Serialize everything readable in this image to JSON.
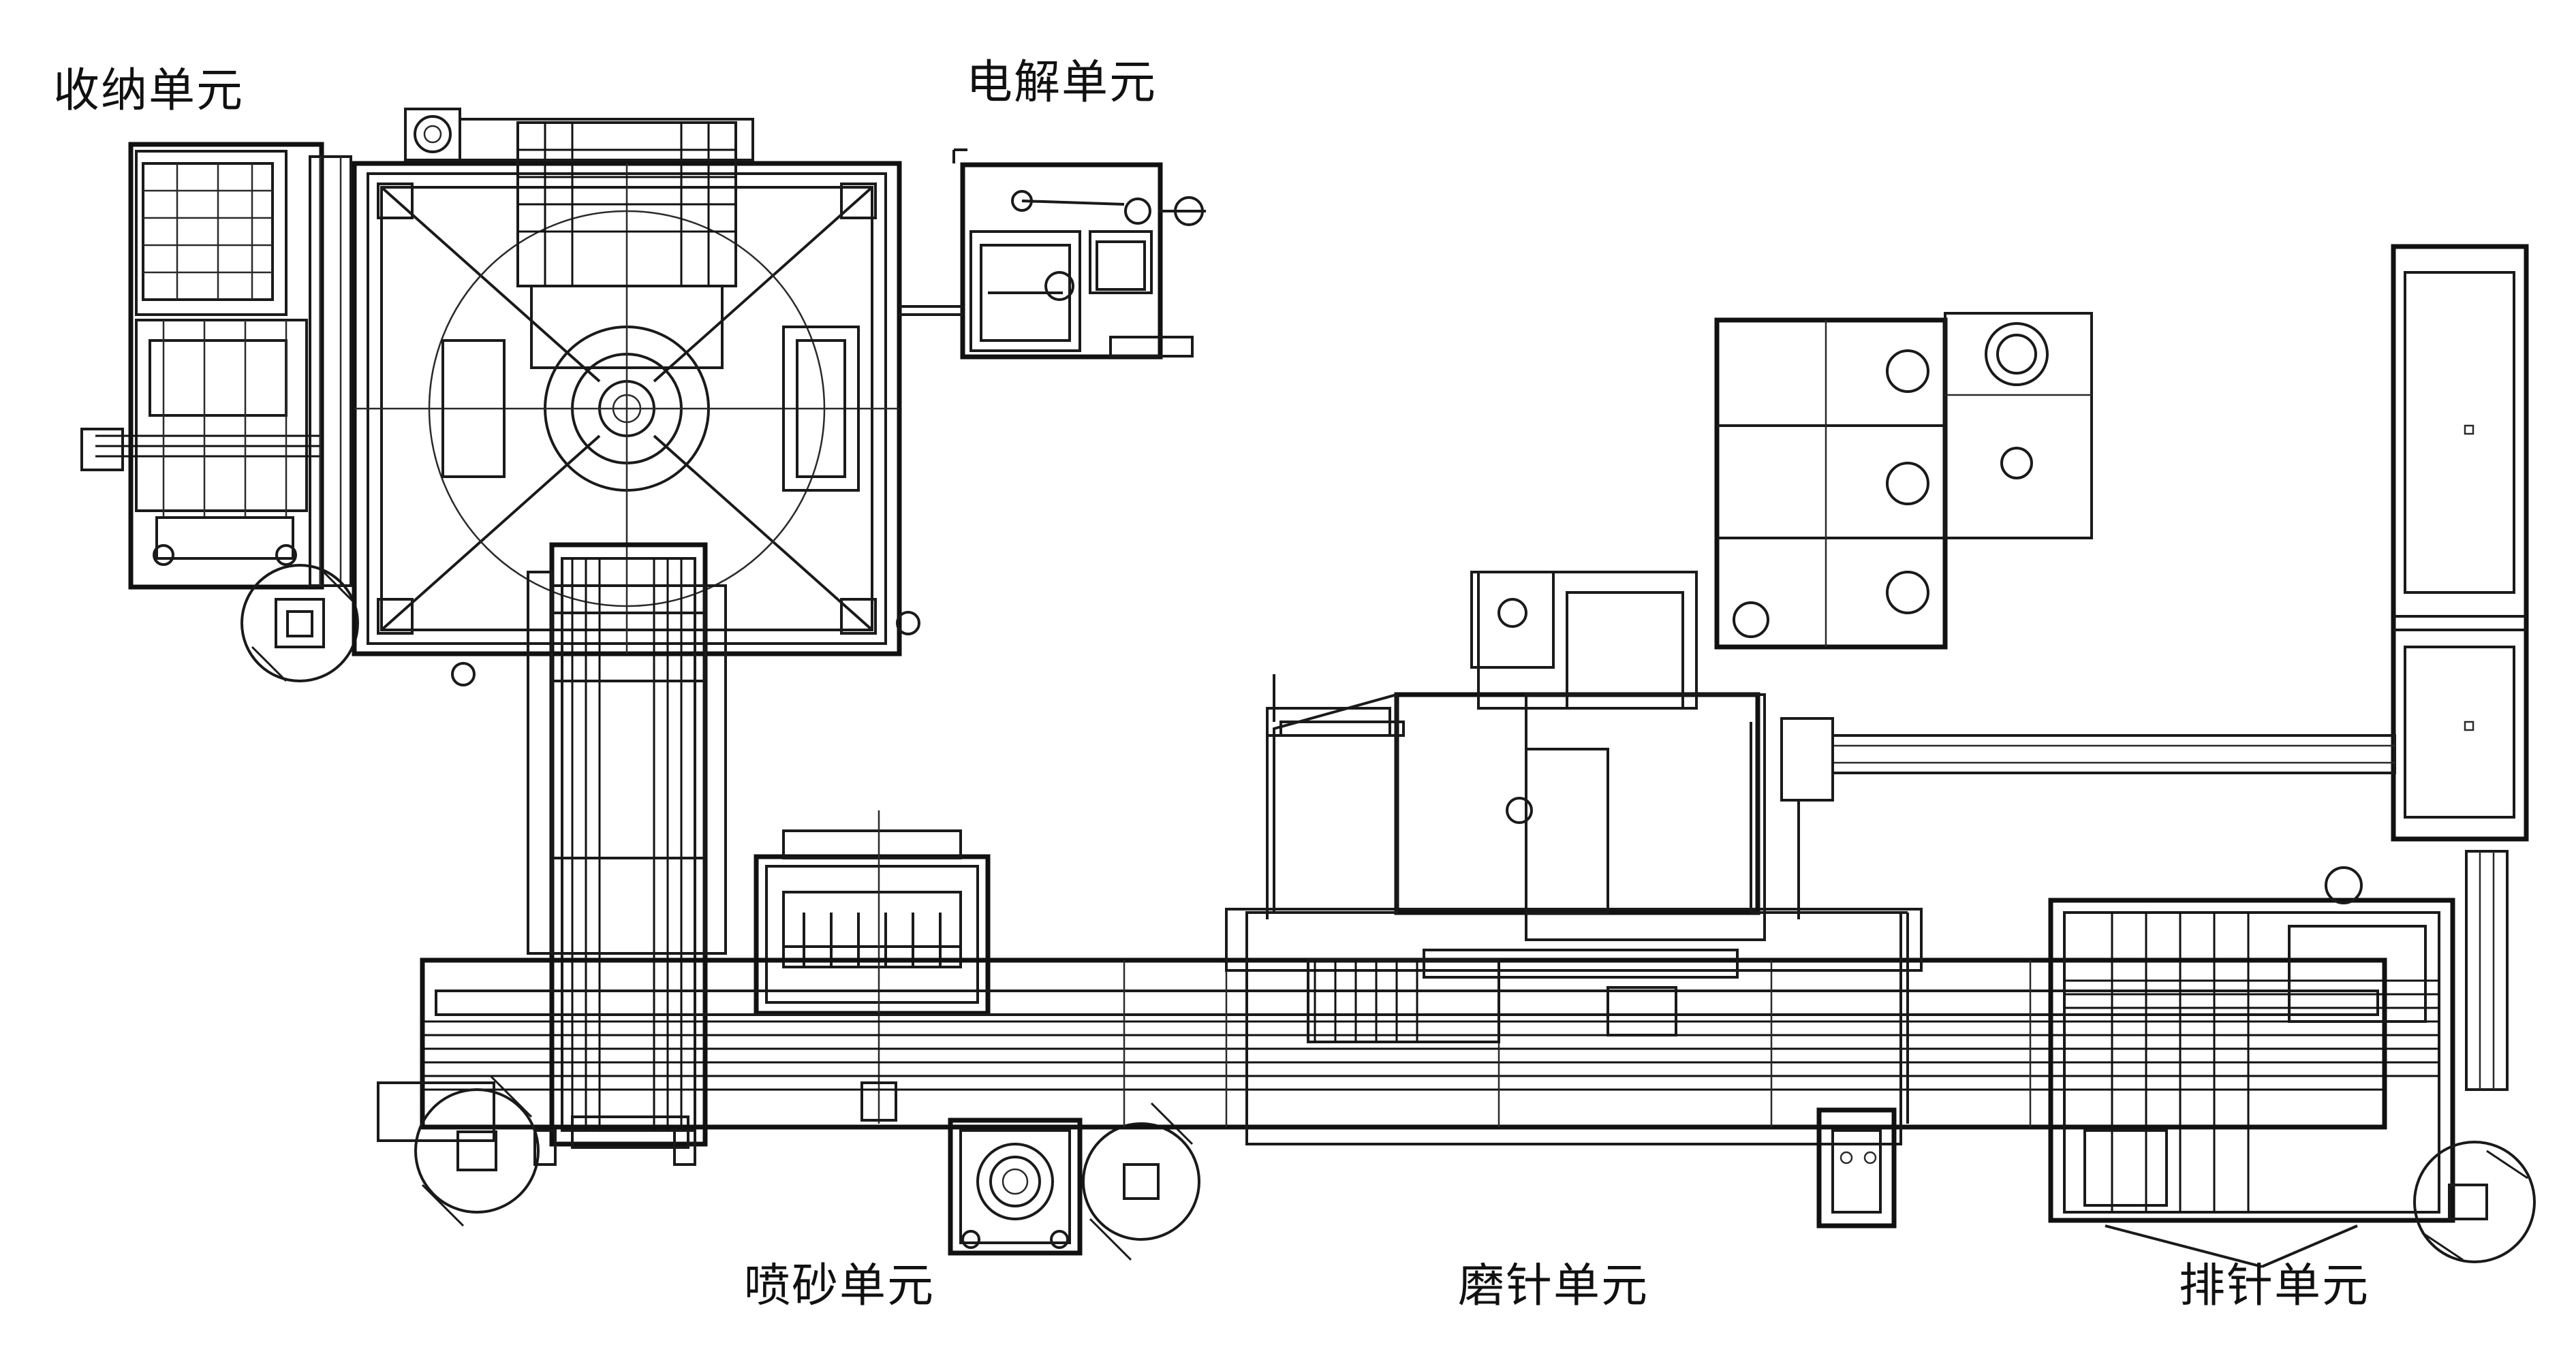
{
  "diagram": {
    "units": {
      "storage": "收纳单元",
      "electrolysis": "电解单元",
      "sandblast": "喷砂单元",
      "grinding": "磨针单元",
      "arrange": "排针单元"
    },
    "line_color": "#1a1a1a",
    "background": "#ffffff"
  }
}
